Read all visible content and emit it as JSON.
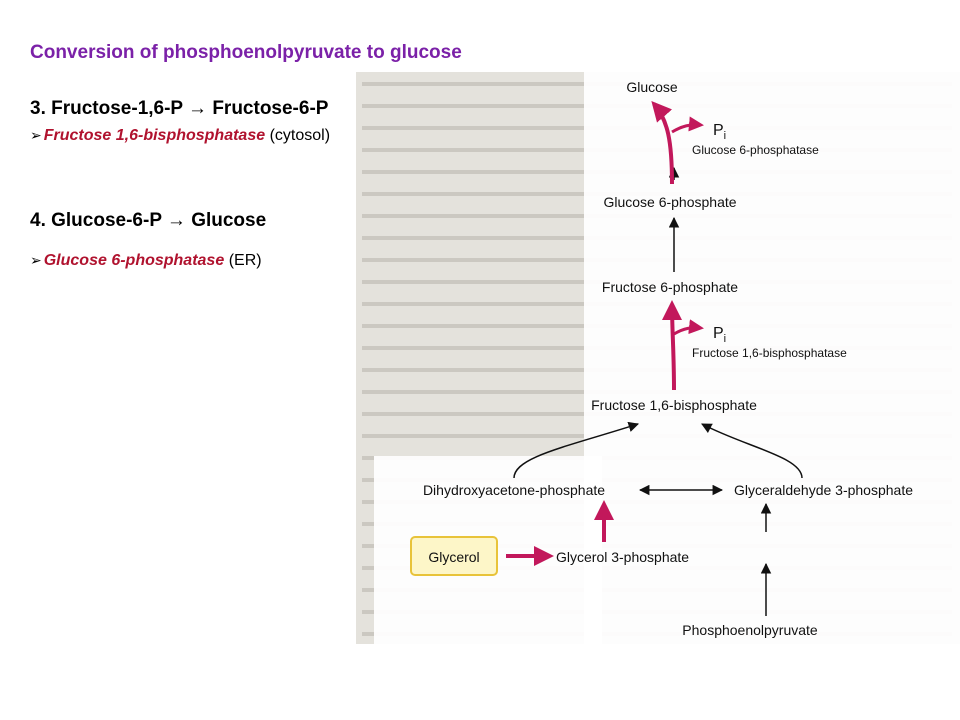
{
  "title": "Conversion of phosphoenolpyruvate to glucose",
  "steps": [
    {
      "heading": "3. Fructose-1,6-P → Fructose-6-P",
      "enzyme": "Fructose 1,6-bisphosphatase",
      "location": "(cytosol)"
    },
    {
      "heading": "4. Glucose-6-P → Glucose",
      "enzyme": "Glucose 6-phosphatase",
      "location": "(ER)"
    }
  ],
  "pathway": {
    "glucose": "Glucose",
    "pi_1": "P",
    "pi_1_sub": "i",
    "enzyme_1": "Glucose 6-phosphatase",
    "glucose_6p": "Glucose 6-phosphate",
    "fructose_6p": "Fructose 6-phosphate",
    "pi_2": "P",
    "pi_2_sub": "i",
    "enzyme_2": "Fructose 1,6-bisphosphatase",
    "fructose_16bp": "Fructose 1,6-bisphosphate",
    "dhap": "Dihydroxyacetone-phosphate",
    "g3p": "Glyceraldehyde 3-phosphate",
    "glycerol": "Glycerol",
    "glycerol_3p": "Glycerol 3-phosphate",
    "pep": "Phosphoenolpyruvate"
  },
  "colors": {
    "title": "#7b21a8",
    "enzyme": "#b0122e",
    "highlight_arrow": "#c2185b",
    "glycerol_box_fill": "#fdf6c8",
    "glycerol_box_border": "#e8c33a"
  }
}
